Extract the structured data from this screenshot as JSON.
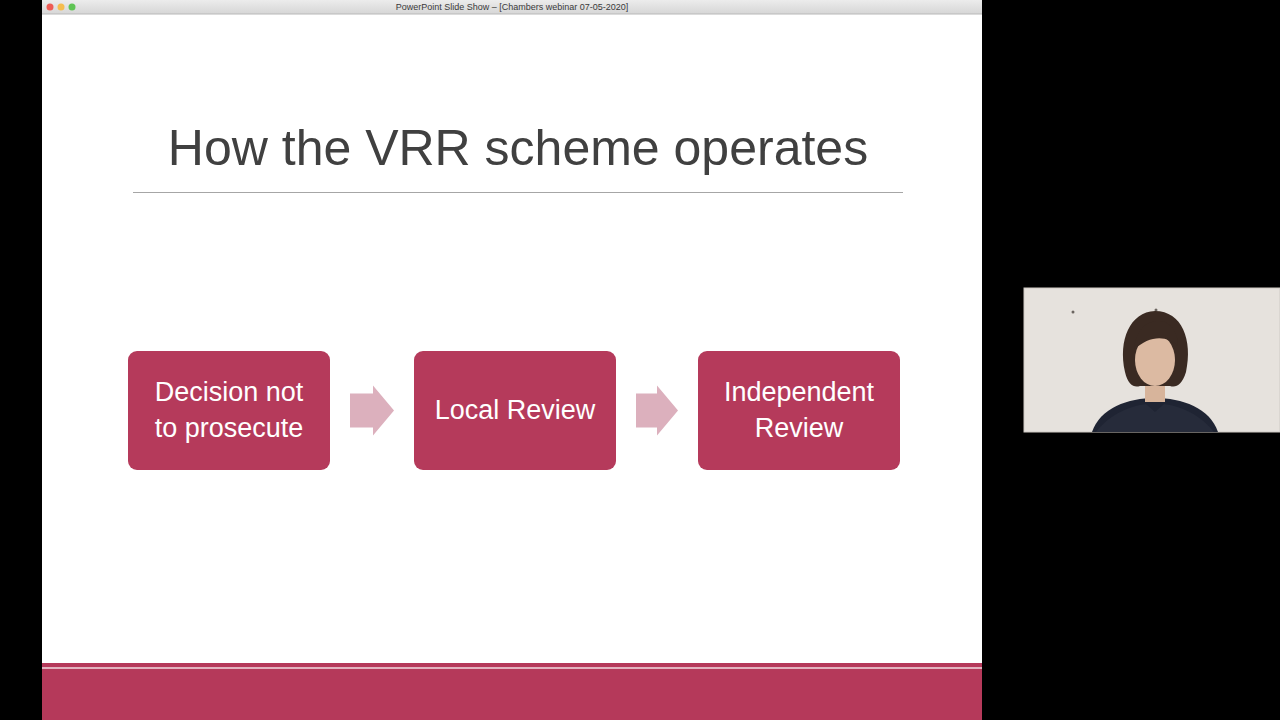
{
  "diagram": {
    "title": "How the VRR scheme operates",
    "nodes": [
      {
        "text": [
          "Decision not to prosecute"
        ]
      },
      {
        "text": [
          "Local Review"
        ]
      },
      {
        "text": [
          "Independent Review"
        ]
      }
    ],
    "edges": [
      {
        "from": 0,
        "to": 1,
        "arrow": "to"
      },
      {
        "from": 1,
        "to": 2,
        "arrow": "to"
      }
    ],
    "labels": [
      "PowerPoint Slide Show – [Chambers webinar 07-05-2020]"
    ]
  }
}
